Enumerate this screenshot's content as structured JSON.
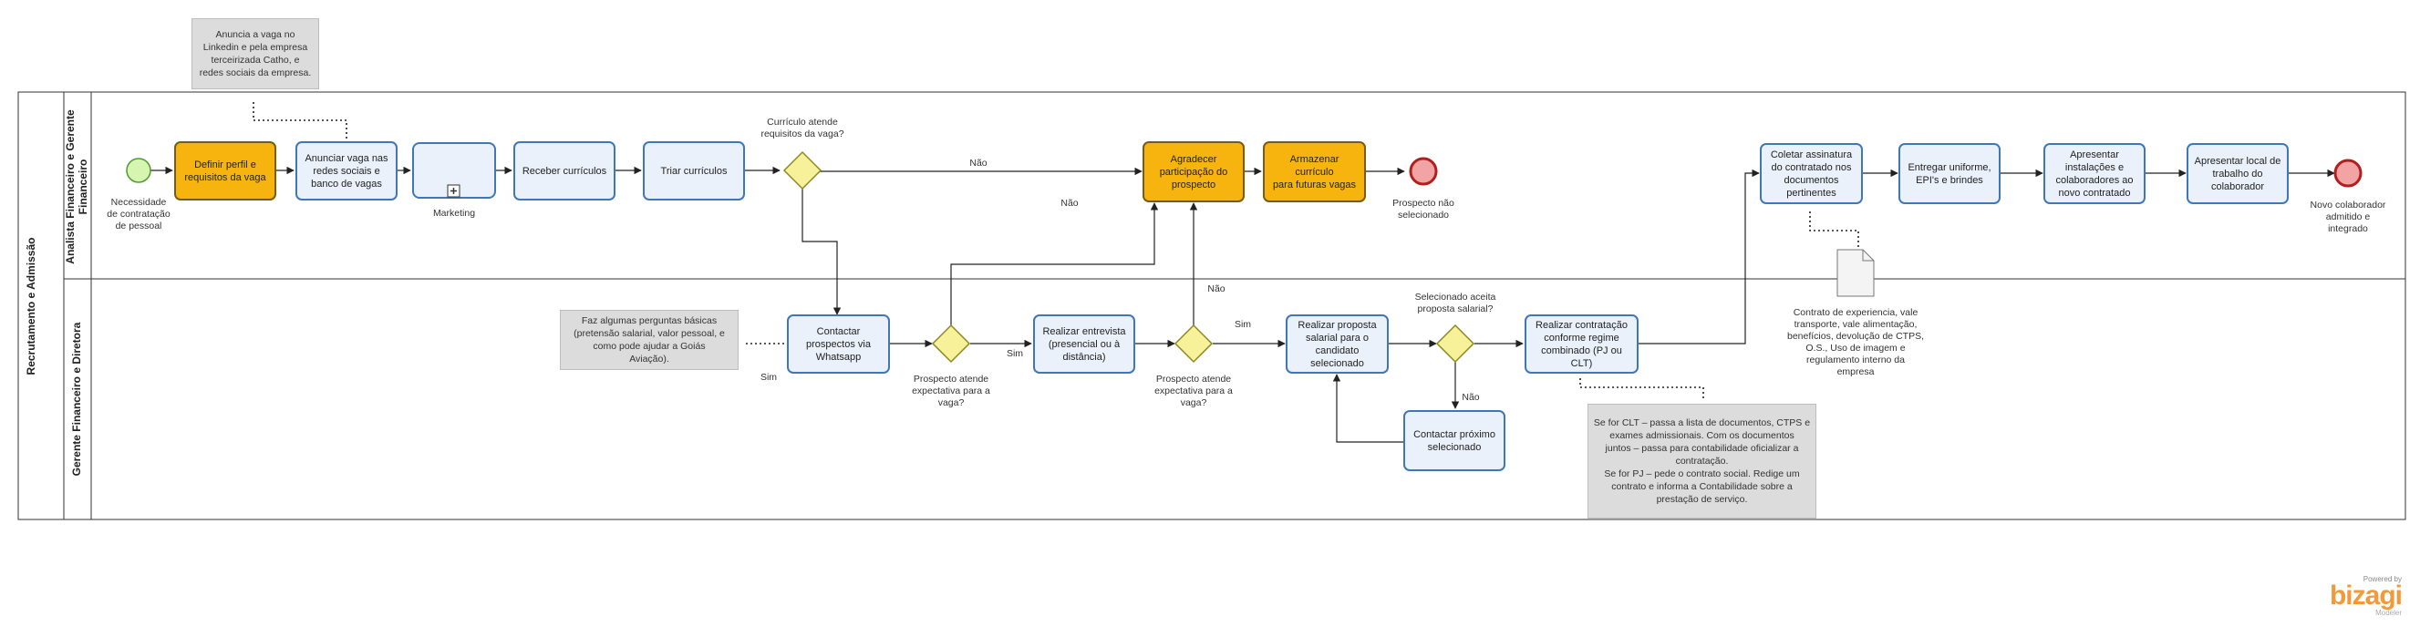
{
  "pool": {
    "title": "Recrutamento e Admissão"
  },
  "lanes": [
    {
      "title": "Analista Financeiro e Gerente\nFinanceiro"
    },
    {
      "title": "Gerente Financeiro e Diretora"
    }
  ],
  "tasks": {
    "definir": "Definir perfil e\nrequisitos da vaga",
    "anunciar": "Anunciar vaga nas\nredes sociais e\nbanco de vagas",
    "receber": "Receber currículos",
    "triar": "Triar currículos",
    "agradecer": "Agradecer\nparticipação do\nprospecto",
    "armazenar": "Armazenar currículo\npara futuras vagas",
    "coletar": "Coletar assinatura\ndo contratado nos\ndocumentos\npertinentes",
    "entregar": "Entregar uniforme,\nEPI's e brindes",
    "apresentar_inst": "Apresentar\ninstalações e\ncolaboradores ao\nnovo contratado",
    "apresentar_local": "Apresentar local de\ntrabalho do\ncolaborador",
    "contactar": "Contactar\nprospectos via\nWhatsapp",
    "entrevista": "Realizar entrevista\n(presencial ou à\ndistância)",
    "proposta": "Realizar proposta\nsalarial para o\ncandidato\nselecionado",
    "contratacao": "Realizar contratação\nconforme regime\ncombinado (PJ ou CLT)",
    "proximo": "Contactar próximo\nselecionado"
  },
  "subprocess": {
    "marketing": "Marketing"
  },
  "events": {
    "start": "Necessidade\nde contratação\nde pessoal",
    "end_nao": "Prospecto não\nselecionado",
    "end_final": "Novo colaborador\nadmitido e\nintegrado"
  },
  "gateways": {
    "g1": "Currículo atende\nrequisitos da vaga?",
    "g2": "Prospecto atende\nexpectativa para a\nvaga?",
    "g3": "Prospecto atende\nexpectativa para a\nvaga?",
    "g4": "Selecionado aceita\nproposta salarial?"
  },
  "flow_labels": {
    "nao1": "Não",
    "nao2": "Não",
    "nao3": "Não",
    "nao4": "Não",
    "sim1": "Sim",
    "sim2": "Sim",
    "sim3": "Sim"
  },
  "annotations": {
    "anuncia": "Anuncia a vaga no\nLinkedin e pela empresa\nterceirizada Catho, e\nredes sociais da empresa.",
    "perguntas": "Faz algumas perguntas básicas\n(pretensão salarial, valor pessoal, e\ncomo pode ajudar a Goiás\nAviação).",
    "clt_pj": "Se for CLT – passa a lista de documentos, CTPS e\nexames admissionais. Com os documentos\njuntos – passa para contabilidade oficializar a\ncontratação.\nSe for PJ – pede o contrato social. Redige um\ncontrato e informa a Contabilidade sobre a\nprestação de serviço."
  },
  "artifact": {
    "contrato": "Contrato de experiencia, vale\ntransporte, vale alimentação,\nbenefícios, devolução de CTPS,\nO.S., Uso de imagem e\nregulamento interno da\nempresa"
  },
  "branding": {
    "powered": "Powered by",
    "name": "bizagi",
    "modeler": "Modeler"
  },
  "colors": {
    "task_blue_fill": "#eaf1fb",
    "task_blue_border": "#3f77b8",
    "task_orange": "#f7b40f",
    "gateway": "#f7f29a",
    "start_event": "#d6f5b0",
    "end_event": "#f2a3a3"
  }
}
